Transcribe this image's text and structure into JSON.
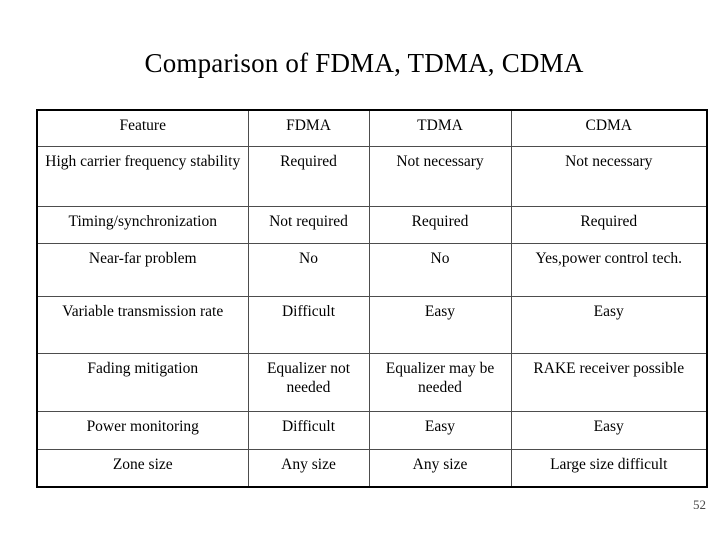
{
  "slide": {
    "title": "Comparison of  FDMA, TDMA, CDMA",
    "page_number": "52",
    "background_color": "#ffffff",
    "text_color": "#000000",
    "border_color": "#000000",
    "inner_border_color": "#4d4d4d"
  },
  "table": {
    "headers": [
      "Feature",
      "FDMA",
      "TDMA",
      "CDMA"
    ],
    "rows": [
      {
        "feature": "High carrier frequency stability",
        "fdma": "Required",
        "tdma": "Not necessary",
        "cdma": "Not necessary"
      },
      {
        "feature": "Timing/synchronization",
        "fdma": "Not required",
        "tdma": "Required",
        "cdma": "Required"
      },
      {
        "feature": "Near-far problem",
        "fdma": "No",
        "tdma": "No",
        "cdma": "Yes,power control tech."
      },
      {
        "feature": "Variable transmission rate",
        "fdma": "Difficult",
        "tdma": "Easy",
        "cdma": "Easy"
      },
      {
        "feature": "Fading mitigation",
        "fdma": "Equalizer not needed",
        "tdma": "Equalizer may be needed",
        "cdma": "RAKE receiver possible"
      },
      {
        "feature": "Power monitoring",
        "fdma": "Difficult",
        "tdma": "Easy",
        "cdma": "Easy"
      },
      {
        "feature": "Zone size",
        "fdma": "Any size",
        "tdma": "Any size",
        "cdma": "Large size difficult"
      }
    ]
  }
}
